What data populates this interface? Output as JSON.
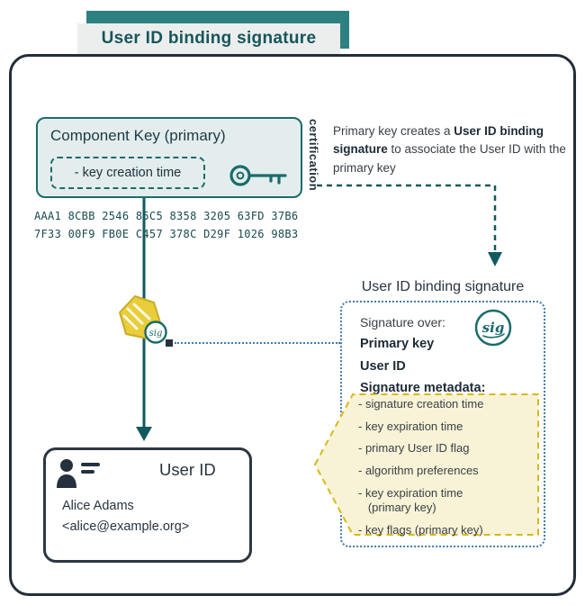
{
  "banner": {
    "title": "User ID binding signature"
  },
  "component_key": {
    "title": "Component Key (primary)",
    "creation_time_field": "- key creation time"
  },
  "certification_label": "certification",
  "annotation": {
    "pre": "Primary key creates a ",
    "bold": "User ID binding signature",
    "post": " to associate the User ID with the primary key"
  },
  "fingerprint": {
    "line1": "AAA1 8CBB 2546 85C5 8358 3205 63FD 37B6",
    "line2": "7F33 00F9 FB0E C457 378C D29F 1026 98B3"
  },
  "binding_signature": {
    "title": "User ID binding signature",
    "signature_over_label": "Signature over:",
    "primary_key_item": "Primary key",
    "user_id_item": "User ID",
    "metadata_label": "Signature metadata:",
    "metadata_items": [
      "- signature creation time",
      "- key expiration time",
      "- primary User ID flag",
      "- algorithm preferences",
      "- key expiration time\n   (primary key)",
      "- key flags (primary key)"
    ],
    "sig_label": "sig"
  },
  "seal": {
    "sig_label": "sig"
  },
  "user_id_card": {
    "title": "User ID",
    "name": "Alice Adams",
    "email": "<alice@example.org>"
  },
  "colors": {
    "teal": "#1b6b6b",
    "dark_teal": "#135a5e",
    "navy": "#27323c",
    "banner_bg": "#ebeeed",
    "banner_shadow": "#2e8181",
    "light_teal_fill": "#e3eded",
    "blue_dotted": "#3f7cae",
    "yellow_border": "#d9b816",
    "yellow_fill": "#f8f3d6",
    "seal_yellow": "#e9ce3a"
  }
}
